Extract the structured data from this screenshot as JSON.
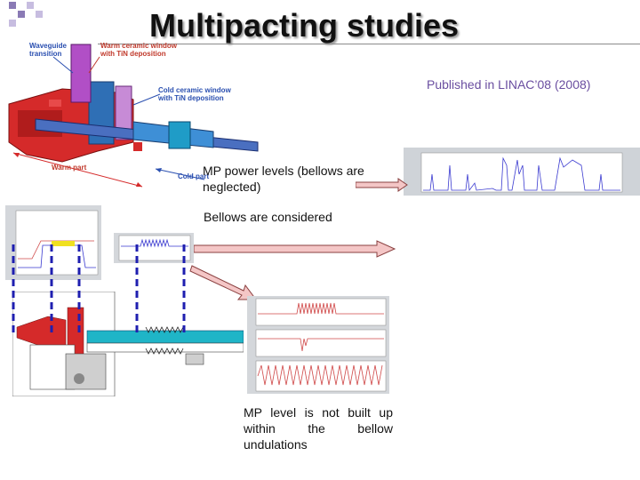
{
  "slide": {
    "title": "Multipacting studies",
    "published": "Published in LINAC’08 (2008)"
  },
  "cad": {
    "labels": {
      "waveguide": [
        "Waveguide",
        "transition"
      ],
      "warm_window": [
        "Warm ceramic window",
        "with TiN deposition"
      ],
      "cold_window": [
        "Cold ceramic window",
        "with TiN deposition"
      ],
      "warm_part": "Warm part",
      "cold_part": "Cold part"
    }
  },
  "notes": {
    "power_levels": "MP power levels (bellows are neglected)",
    "bellows": "Bellows are considered",
    "conclusion": "MP level is not built up within the bellow undulations"
  },
  "colors": {
    "accent_purple": "#6a4ea0",
    "dash_blue": "#1f1fb0",
    "arrow_fill": "#f4c6c6",
    "arrow_stroke": "#8a4040",
    "cad_red": "#d52a2a",
    "cad_cyan": "#1fb5c7",
    "cad_blue": "#2a4fb0"
  }
}
